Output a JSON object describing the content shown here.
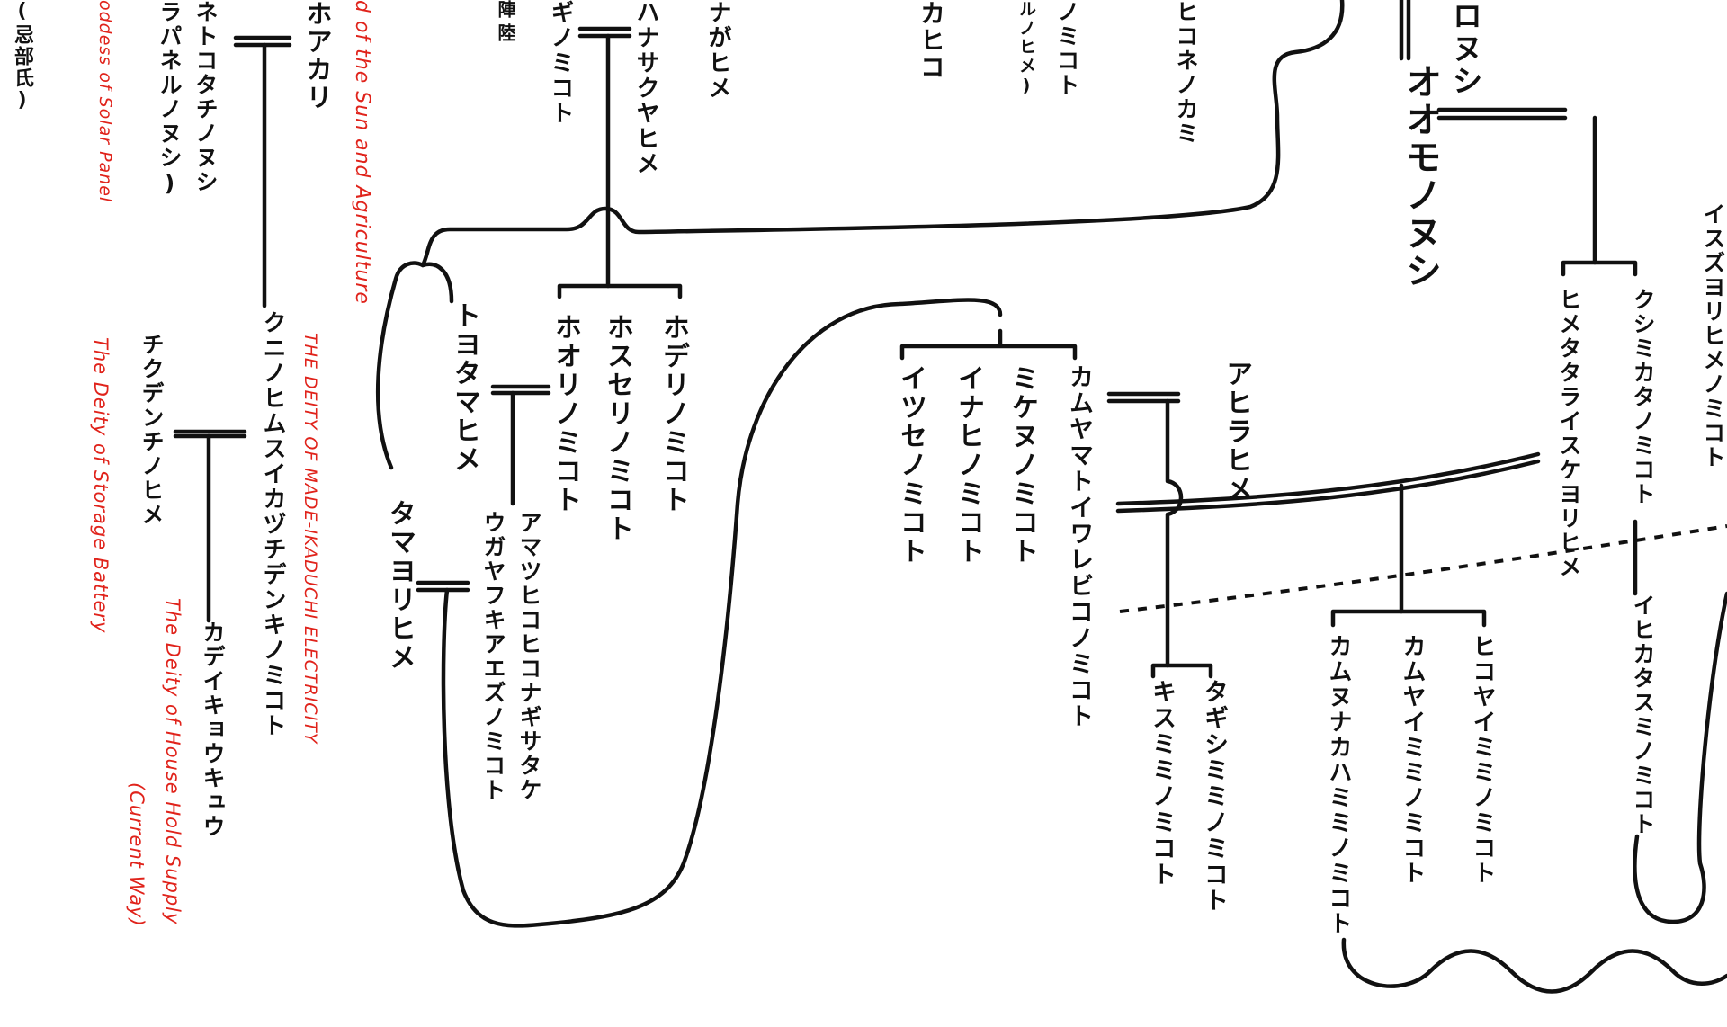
{
  "colors": {
    "ink": "#111111",
    "annotation": "#e0231b",
    "background": "#ffffff"
  },
  "names": {
    "n01": "(忌部氏)",
    "n02": "ネトコタチノヌシ",
    "n03": "ラパネルノヌシ)",
    "n04": "ホアカリ",
    "n05": "クニノヒムスイカヅチデンキノミコト",
    "n06": "チクデンチノヒメ",
    "n07": "カデイキョウキュウ",
    "n08": "ギノミコト",
    "n09": "ハナサクヤヒメ",
    "n10": "ナがヒメ",
    "n11": "カヒコ",
    "n12": "ノミコト",
    "n13": "ルノヒメ)",
    "n14": "ヒコネノカミ",
    "n15": "トヨタマヒメ",
    "n16": "ホオリノミコト",
    "n17": "ホスセリノミコト",
    "n18": "ホデリノミコト",
    "n19": "アマツヒコヒコナギサタケ",
    "n20": "ウガヤフキアエズノミコト",
    "n21": "タマヨリヒメ",
    "n22": "イツセノミコト",
    "n23": "イナヒノミコト",
    "n24": "ミケヌノミコト",
    "n25": "カムヤマトイワレビコノミコト",
    "n26": "アヒラヒメ",
    "n27": "キスミミノミコト",
    "n28": "タギシミミノミコト",
    "n29": "カムヌナカハミミノミコト",
    "n30": "カムヤイミミノミコト",
    "n31": "ヒコヤイミミノミコト",
    "n32": "ロヌシ",
    "n33": "オオモノヌシ",
    "n34": "ヒメタタライスケヨリヒメ",
    "n35": "クシミカタノミコト",
    "n36": "イヒカタスミノミコト",
    "n37": "イスズヨリヒメノミコト",
    "n38": "陣",
    "n39": "陸"
  },
  "annotations": {
    "a1": "oddess of Solar Panel",
    "a2": "d of the Sun and Agriculture",
    "a3": "THE DEITY OF MADE-IKADUCHI ELECTRICITY",
    "a4": "The Deity of Storage Battery",
    "a5": "The Deity of House Hold Supply",
    "a6": "(Current Way)"
  }
}
